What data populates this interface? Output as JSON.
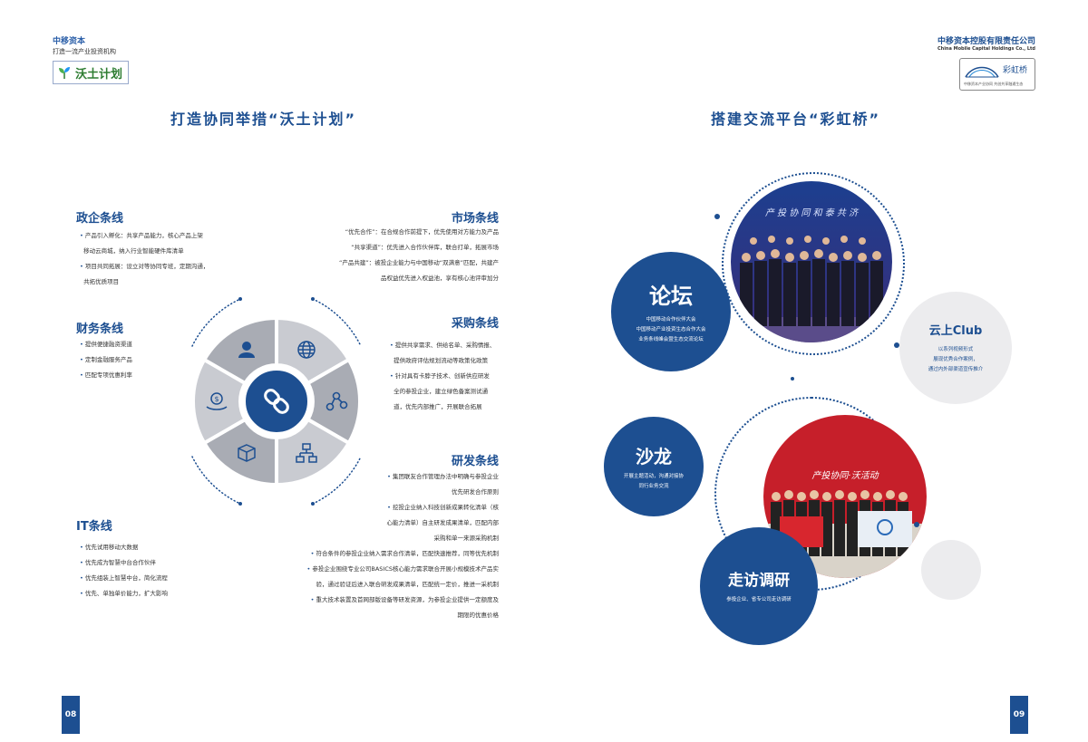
{
  "left_page": {
    "brand_title": "中移资本",
    "brand_sub": "打造一流产业投资机构",
    "logo_text": "沃土计划",
    "title": "打造协同举措“沃土计划”",
    "page_number": "08",
    "gov": {
      "heading": "政企条线",
      "items": [
        "产品引入孵化：共享产品能力，核心产品上架",
        "移动云商城，纳入行业智能硬件库清单",
        "项目共同拓展：设立对等协同专班，定期沟通，",
        "共拓优质项目"
      ]
    },
    "finance": {
      "heading": "财务条线",
      "items": [
        "提供便捷融资渠道",
        "定制金融服务产品",
        "匹配专项优惠利率"
      ]
    },
    "it": {
      "heading": "IT条线",
      "items": [
        "优先试用移动大数据",
        "优先成为智慧中台合作伙伴",
        "优先组装上智慧中台，简化流程",
        "优先、单独单价能力，扩大影响"
      ]
    },
    "market": {
      "heading": "市场条线",
      "items": [
        "“优先合作”：在合规合作前提下，优先使用对方能力及产品",
        "“共享渠道”：优先进入合作伙伴库，联合打单，拓展市场",
        "“产品共建”：被投企业能力与中国移动“双满意”匹配，共建产",
        "品权益优先进入权益池，享有核心池评审加分"
      ]
    },
    "purchase": {
      "heading": "采购条线",
      "items": [
        "提供共享需求、供给名单、采购情报、",
        "提供政府评估规划流动等政策化政策",
        "针对具有卡脖子技术、创新供应研发",
        "全的参投企业，建立绿色备案测试通",
        "道，优先内部推广，开展联合拓展"
      ]
    },
    "rnd": {
      "heading": "研发条线",
      "items": [
        "集团联友合作管理办法中明确与参投企业",
        "优先研发合作原则",
        "挖投企业纳入科技创新成果转化清单（核",
        "心能力清单）自主研发成果清单，匹配内部",
        "采购和单一来源采购机制",
        "符合条件的参投企业纳入需求合作清单，匹配快速推荐，同等优先机制",
        "参投企业围绕专业公司BASICS核心能力需求联合开展小规模技术产品实",
        "验，通过验证后进入联合研发成果清单，匹配统一定价，推进一采机制",
        "重大技术装置及首网部版设备等研发资源，为参投企业提供一定额度及",
        "期限的优惠价格"
      ]
    },
    "wheel_icons": [
      "person-icon",
      "globe-icon",
      "network-icon",
      "org-chart-icon",
      "box-icon",
      "coin-hand-icon",
      "link-icon"
    ]
  },
  "right_page": {
    "company_name": "中移资本控股有限责任公司",
    "company_en": "China Mobile Capital Holdings Co., Ltd",
    "logo_text": "彩虹桥",
    "logo_small": "中移资本产业协同  共创共享融通生态",
    "title": "搭建交流平台“彩虹桥”",
    "page_number": "09",
    "forum": {
      "title": "论坛",
      "lines": [
        "中国移动合作伙伴大会",
        "中国移动产业投资生态合作大会",
        "业务条线峰会暨生态交流论坛"
      ]
    },
    "cloud_club": {
      "title": "云上Club",
      "lines": [
        "以系列视频形式",
        "展现优秀合作案例，",
        "通过内外部渠道宣传推介"
      ]
    },
    "salon": {
      "title": "沙龙",
      "lines": [
        "开展主题活动，沟通对接协",
        "同行业务交流"
      ]
    },
    "visit": {
      "title": "走访调研",
      "lines": [
        "参投企业、省专公司走访调研"
      ]
    },
    "photo_top_banner": "产 投 协 同   和 泰 共 济",
    "photo_bottom_banner": "产投协同·沃活动"
  },
  "colors": {
    "brand_blue": "#1d4f91",
    "grey_bubble": "#ececee",
    "wheel_outer": "#c9cbd1"
  }
}
